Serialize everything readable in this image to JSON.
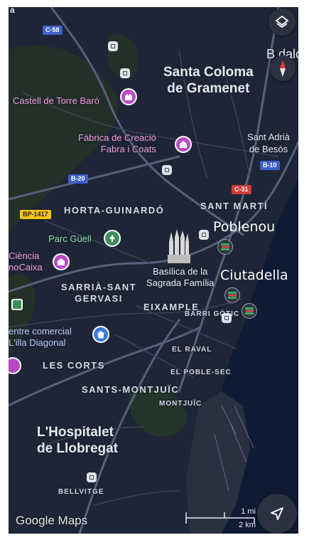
{
  "map": {
    "corner_text": "a",
    "cities": {
      "santa_coloma": "Santa Coloma\nde Gramenet",
      "hospitalet": "L'Hospitalet\nde Llobregat"
    },
    "towns": {
      "badalona_partial": "B dalo",
      "sant_adria": "Sant Adrià\nde Besòs"
    },
    "districts": {
      "horta": "HORTA-GUINARDÓ",
      "sant_marti": "SANT MARTÍ",
      "sarria": "SARRIÀ-SANT\nGERVASI",
      "eixample": "EIXAMPLE",
      "les_corts": "LES CORTS",
      "sants": "SANTS-MONTJUÏC"
    },
    "neighborhoods": {
      "barri_gotic": "BARRI GÒTIC",
      "el_raval": "EL RAVAL",
      "poble_sec": "EL POBLE-SEC",
      "montjuic": "MONTJUÏC",
      "bellvitge": "BELLVITGE"
    },
    "pois": {
      "castell": "Castell de Torre Baró",
      "fabrica": "Fàbrica de Creació\nFabra i Coats",
      "parc_guell": "Parc Güell",
      "ciencia": "Ciència\nnoCaixa",
      "centre_comercial": "entre comercial\nL'illa Diagonal",
      "sagrada": "Basílica de la\nSagrada Família"
    },
    "roads": {
      "c58": "C-58",
      "b20": "B-20",
      "b10": "B-10",
      "c31": "C-31",
      "bp1417": "BP-1417"
    },
    "overlay_labels": {
      "poblenou": "Poblenou",
      "ciutadella": "Ciutadella"
    },
    "attribution": "Google Maps",
    "scale": {
      "miles": "1 mi",
      "km": "2 km"
    },
    "controls": [
      "layers-button",
      "compass-button",
      "my-location-button"
    ]
  }
}
